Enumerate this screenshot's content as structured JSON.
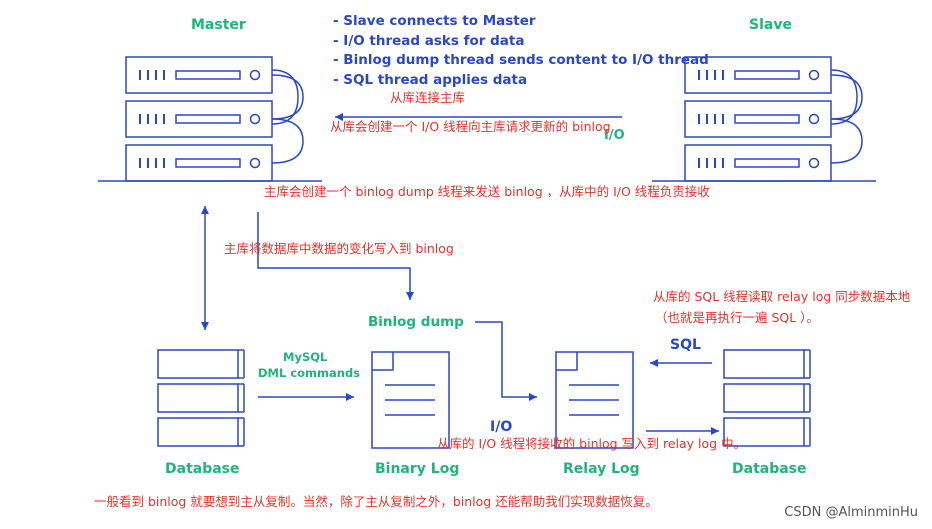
{
  "labels": {
    "master": "Master",
    "slave": "Slave",
    "database_left": "Database",
    "database_right": "Database",
    "binary_log": "Binary Log",
    "relay_log": "Relay Log",
    "binlog_dump": "Binlog dump",
    "mysql_dml_line1": "MySQL",
    "mysql_dml_line2": "DML commands",
    "io_top": "I/O",
    "io_bottom": "I/O",
    "sql": "SQL"
  },
  "steps": [
    "- Slave connects to Master",
    "- I/O thread asks for data",
    "- Binlog dump thread sends content to I/O thread",
    "- SQL thread applies data"
  ],
  "notes": {
    "slave_connect": "从库连接主库",
    "io_request": "从库会创建一个 I/O 线程向主库请求更新的 binlog",
    "dump_thread": "主库会创建一个 binlog dump 线程来发送 binlog ，从库中的 I/O 线程负责接收",
    "write_binlog": "主库将数据库中数据的变化写入到 binlog",
    "sql_thread_line1": "从库的 SQL 线程读取 relay log 同步数据本地",
    "sql_thread_line2": "（也就是再执行一遍 SQL ）。",
    "io_write_relay": "从库的 I/O 线程将接收的 binlog 写入到 relay log 中。",
    "summary": "一般看到 binlog 就要想到主从复制。当然，除了主从复制之外，binlog 还能帮助我们实现数据恢复。"
  },
  "watermark": "CSDN @AlminminHu",
  "colors": {
    "green": "#1fb57a",
    "blue": "#2a47c9",
    "red": "#e5322b"
  }
}
